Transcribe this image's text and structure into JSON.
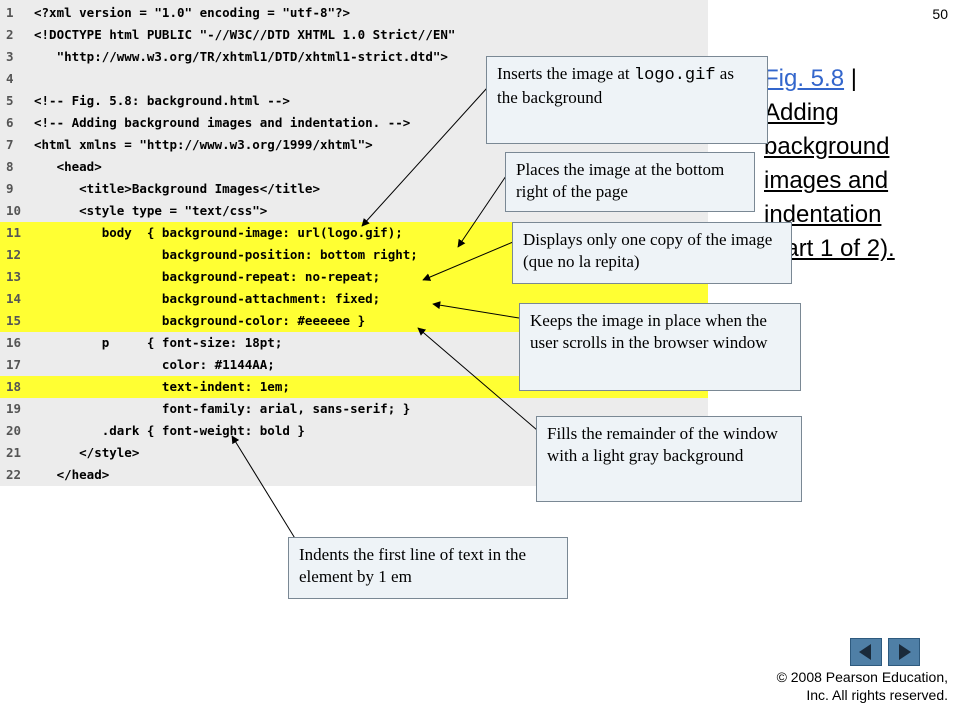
{
  "slide_number": "50",
  "title": {
    "link_text": "Fig. 5.8",
    "separator": " |",
    "lines": [
      "Adding",
      "background",
      "images and",
      "indentation",
      "(part 1 of 2)."
    ]
  },
  "code_lines": [
    {
      "n": "1",
      "text": "<?xml version = \"1.0\" encoding = \"utf-8\"?>",
      "hl": false
    },
    {
      "n": "2",
      "text": "<!DOCTYPE html PUBLIC \"-//W3C//DTD XHTML 1.0 Strict//EN\"",
      "hl": false
    },
    {
      "n": "3",
      "text": "   \"http://www.w3.org/TR/xhtml1/DTD/xhtml1-strict.dtd\">",
      "hl": false
    },
    {
      "n": "4",
      "text": "",
      "hl": false
    },
    {
      "n": "5",
      "text": "<!-- Fig. 5.8: background.html -->",
      "hl": false
    },
    {
      "n": "6",
      "text": "<!-- Adding background images and indentation. -->",
      "hl": false
    },
    {
      "n": "7",
      "text": "<html xmlns = \"http://www.w3.org/1999/xhtml\">",
      "hl": false
    },
    {
      "n": "8",
      "text": "   <head>",
      "hl": false
    },
    {
      "n": "9",
      "text": "      <title>Background Images</title>",
      "hl": false
    },
    {
      "n": "10",
      "text": "      <style type = \"text/css\">",
      "hl": false
    },
    {
      "n": "11",
      "text": "         body  { background-image: url(logo.gif);",
      "hl": true
    },
    {
      "n": "12",
      "text": "                 background-position: bottom right;",
      "hl": true
    },
    {
      "n": "13",
      "text": "                 background-repeat: no-repeat;",
      "hl": true
    },
    {
      "n": "14",
      "text": "                 background-attachment: fixed;",
      "hl": true
    },
    {
      "n": "15",
      "text": "                 background-color: #eeeeee }",
      "hl": true
    },
    {
      "n": "16",
      "text": "         p     { font-size: 18pt;",
      "hl": false
    },
    {
      "n": "17",
      "text": "                 color: #1144AA;",
      "hl": false
    },
    {
      "n": "18",
      "text": "                 text-indent: 1em;",
      "hl": true
    },
    {
      "n": "19",
      "text": "                 font-family: arial, sans-serif; }",
      "hl": false
    },
    {
      "n": "20",
      "text": "         .dark { font-weight: bold }",
      "hl": false
    },
    {
      "n": "21",
      "text": "      </style>",
      "hl": false
    },
    {
      "n": "22",
      "text": "   </head>",
      "hl": false
    }
  ],
  "callouts": {
    "c1": {
      "before": "Inserts the image at ",
      "mono": "logo.gif",
      "after": " as the background"
    },
    "c2": "Places the image at the bottom right of the page",
    "c3": "Displays only one copy of the image (que no la repita)",
    "c4": "Keeps the image in place when the user scrolls in the browser window",
    "c5": "Fills the remainder of the window with a light gray background",
    "c6": "Indents the first line of text in the element by 1 em"
  },
  "copyright": {
    "line1": "© 2008 Pearson Education,",
    "line2": "Inc.  All rights reserved."
  },
  "nav": {
    "prev_icon": "triangle-left",
    "next_icon": "triangle-right"
  },
  "colors": {
    "highlight": "#ffff33",
    "callout_bg": "#eef3f7",
    "code_bg": "#ececec",
    "title_link": "#3366cc"
  }
}
